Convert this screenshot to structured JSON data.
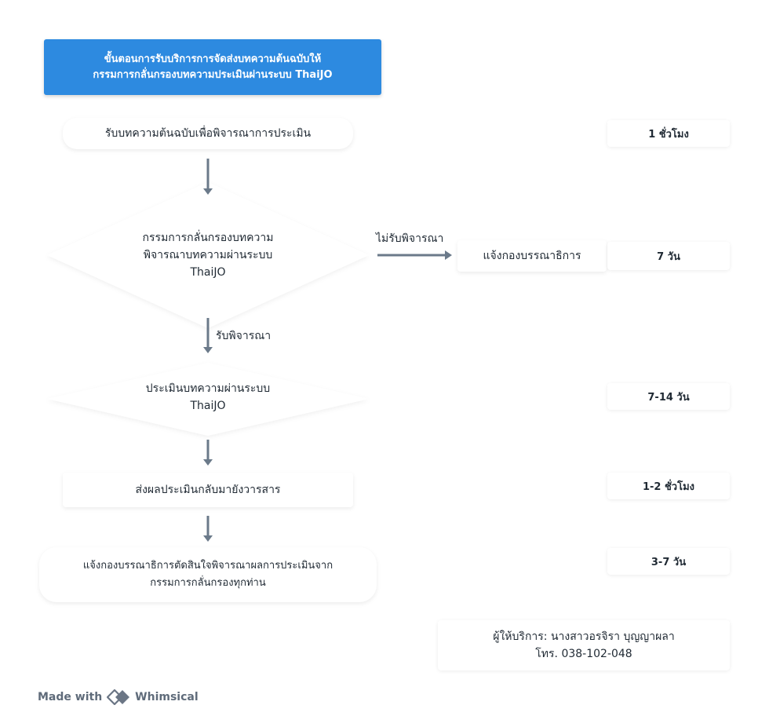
{
  "title": {
    "line1": "ขั้นตอนการรับบริการการจัดส่งบทความต้นฉบับให้",
    "line2": "กรรมการกลั่นกรองบทความประเมินผ่านระบบ ThaiJO"
  },
  "steps": {
    "receive": "รับบทความต้นฉบับเพื่อพิจารณาการประเมิน",
    "screen": [
      "กรรมการกลั่นกรองบทความ",
      "พิจารณาบทความผ่านระบบ",
      "ThaiJO"
    ],
    "evaluate": [
      "ประเมินบทความผ่านระบบ",
      "ThaiJO"
    ],
    "send_back": "ส่งผลประเมินกลับมายังวารสาร",
    "notify_decide": [
      "แจ้งกองบรรณาธิการตัดสินใจพิจารณาผลการประเมินจาก",
      "กรรมการกลั่นกรองทุกท่าน"
    ],
    "notify_editor": "แจ้งกองบรรณาธิการ"
  },
  "edge_labels": {
    "reject": "ไม่รับพิจารณา",
    "accept": "รับพิจารณา"
  },
  "durations": {
    "receive": "1 ชั่วโมง",
    "reject": "7 วัน",
    "evaluate": "7-14 วัน",
    "send_back": "1-2 ชั่วโมง",
    "decide": "3-7 วัน"
  },
  "provider": {
    "line1": "ผู้ให้บริการ: นางสาวอรจิรา บุญญาผลา",
    "line2": "โทร. 038-102-048"
  },
  "footer": {
    "made_with": "Made with",
    "brand": "Whimsical"
  },
  "colors": {
    "title_bg": "#2d8ae0",
    "arrow": "#6b7a8a"
  },
  "icons": {
    "arrow": "arrow-icon",
    "logo": "whimsical-logo-icon"
  }
}
